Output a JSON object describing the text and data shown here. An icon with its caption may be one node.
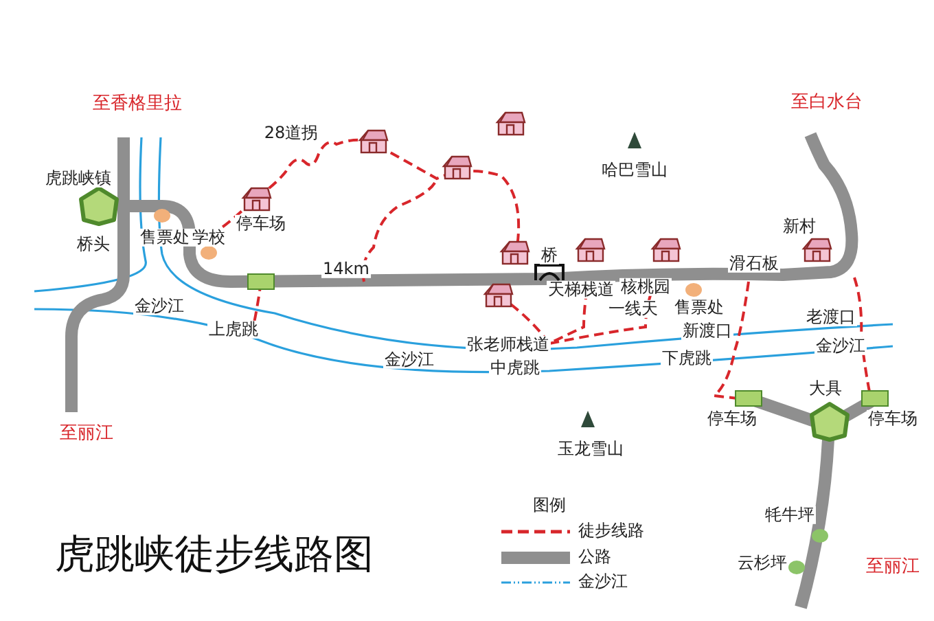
{
  "diagram": {
    "title": "虎跳峡徒步线路图",
    "labels": [
      "至香格里拉",
      "28道拐",
      "哈巴雪山",
      "至白水台",
      "虎跳峡镇",
      "桥头",
      "售票处",
      "学校",
      "停车场",
      "14km",
      "桥",
      "新村",
      "滑石板",
      "天梯栈道",
      "核桃园",
      "售票处",
      "一线天",
      "金沙江",
      "上虎跳",
      "老渡口",
      "新渡口",
      "张老师栈道",
      "金沙江",
      "下虎跳",
      "金沙江",
      "中虎跳",
      "大具",
      "停车场",
      "停车场",
      "至丽江",
      "玉龙雪山",
      "图例",
      "牦牛坪",
      "云杉坪",
      "至丽江"
    ],
    "legend": [
      {
        "text": "徒步线路"
      },
      {
        "text": "公路"
      },
      {
        "text": "金沙江"
      }
    ]
  }
}
